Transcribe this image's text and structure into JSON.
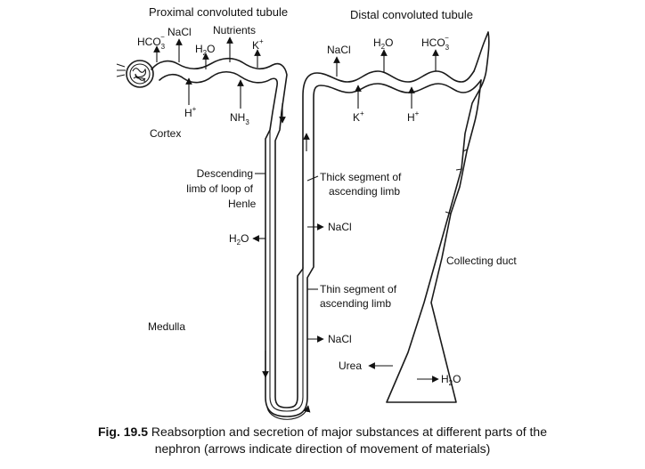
{
  "labels": {
    "proximal": "Proximal convoluted tubule",
    "distal": "Distal convoluted tubule",
    "cortex": "Cortex",
    "medulla": "Medulla",
    "descending_1": "Descending",
    "descending_2": "limb of loop of",
    "descending_3": "Henle",
    "thick_1": "Thick segment of",
    "thick_2": "ascending limb",
    "thin_1": "Thin segment of",
    "thin_2": "ascending limb",
    "collecting": "Collecting duct"
  },
  "substances": {
    "pct_hco3": {
      "base": "HCO",
      "sub": "3",
      "sup": "−"
    },
    "pct_nacl": "NaCl",
    "pct_h2o": {
      "base": "H",
      "sub": "2",
      "tail": "O"
    },
    "pct_nutrients": "Nutrients",
    "pct_k": {
      "base": "K",
      "sup": "+"
    },
    "pct_h": {
      "base": "H",
      "sup": "+"
    },
    "pct_nh3": {
      "base": "NH",
      "sub": "3"
    },
    "dct_nacl": "NaCl",
    "dct_h2o": {
      "base": "H",
      "sub": "2",
      "tail": "O"
    },
    "dct_hco3": {
      "base": "HCO",
      "sub": "3",
      "sup": "−"
    },
    "dct_k": {
      "base": "K",
      "sup": "+"
    },
    "dct_h": {
      "base": "H",
      "sup": "+"
    },
    "desc_h2o": {
      "base": "H",
      "sub": "2",
      "tail": "O"
    },
    "thick_nacl": "NaCl",
    "thin_nacl": "NaCl",
    "urea": "Urea",
    "cd_h2o": {
      "base": "H",
      "sub": "2",
      "tail": "O"
    }
  },
  "caption": {
    "fig_number": "Fig. 19.5",
    "line1": "Reabsorption and secretion of major substances at different parts of the",
    "line2": "nephron  (arrows indicate direction of movement of materials)"
  }
}
